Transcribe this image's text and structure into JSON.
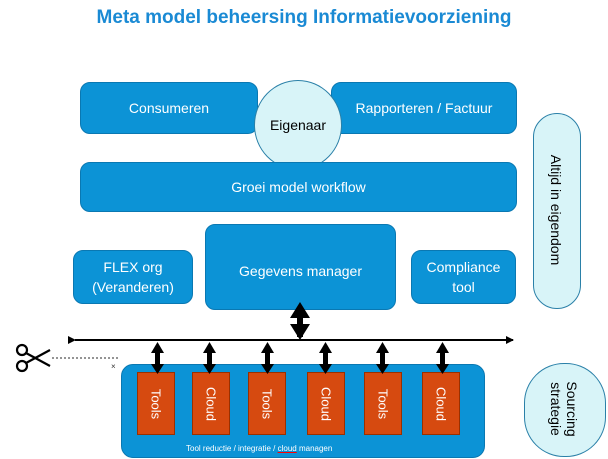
{
  "title": "Meta model beheersing Informatievoorziening",
  "boxes": {
    "consumeren": "Consumeren",
    "rapporteren": "Rapporteren / Factuur",
    "eigenaar": "Eigenaar",
    "groei": "Groei model workflow",
    "flex_line1": "FLEX org",
    "flex_line2": "(Veranderen)",
    "gegevens": "Gegevens manager",
    "compliance_line1": "Compliance",
    "compliance_line2": "tool"
  },
  "side_labels": {
    "eigendom": "Altijd in eigendom",
    "sourcing_line1": "Sourcing",
    "sourcing_line2": "strategie"
  },
  "tools": [
    "Tools",
    "Cloud",
    "Tools",
    "Cloud",
    "Tools",
    "Cloud"
  ],
  "footer": {
    "prefix": "Tool reductie / integratie / ",
    "underlined": "cloud",
    "suffix": " managen"
  },
  "marker": "×",
  "colors": {
    "box": "#0c93d6",
    "tool": "#d64a10",
    "circle": "#d8f4f8",
    "title": "#1a8ad4"
  }
}
